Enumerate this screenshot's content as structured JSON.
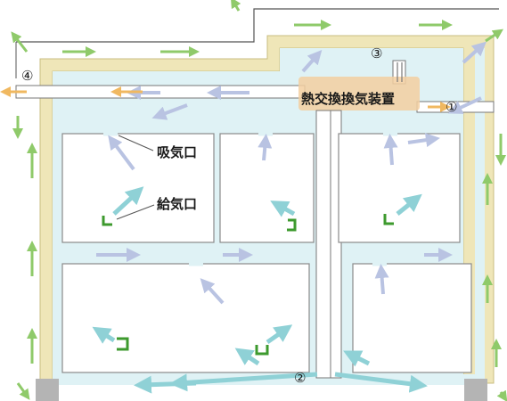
{
  "labels": {
    "intake_vent": "吸気口",
    "supply_vent": "給気口",
    "heat_exchanger": "熱交換換気装置",
    "marker_1": "①",
    "marker_2": "②",
    "marker_3": "③",
    "marker_4": "④"
  },
  "colors": {
    "wall_insulation": "#efe6b8",
    "interior_air": "#dff2f5",
    "supply_arrow": "#8fd1d6",
    "exhaust_arrow": "#b9c3e2",
    "outdoor_arrow": "#8fca6a",
    "vent_marker": "#3d9a2e",
    "foundation": "#b4b4b4",
    "unit": "#f3cfa0"
  }
}
